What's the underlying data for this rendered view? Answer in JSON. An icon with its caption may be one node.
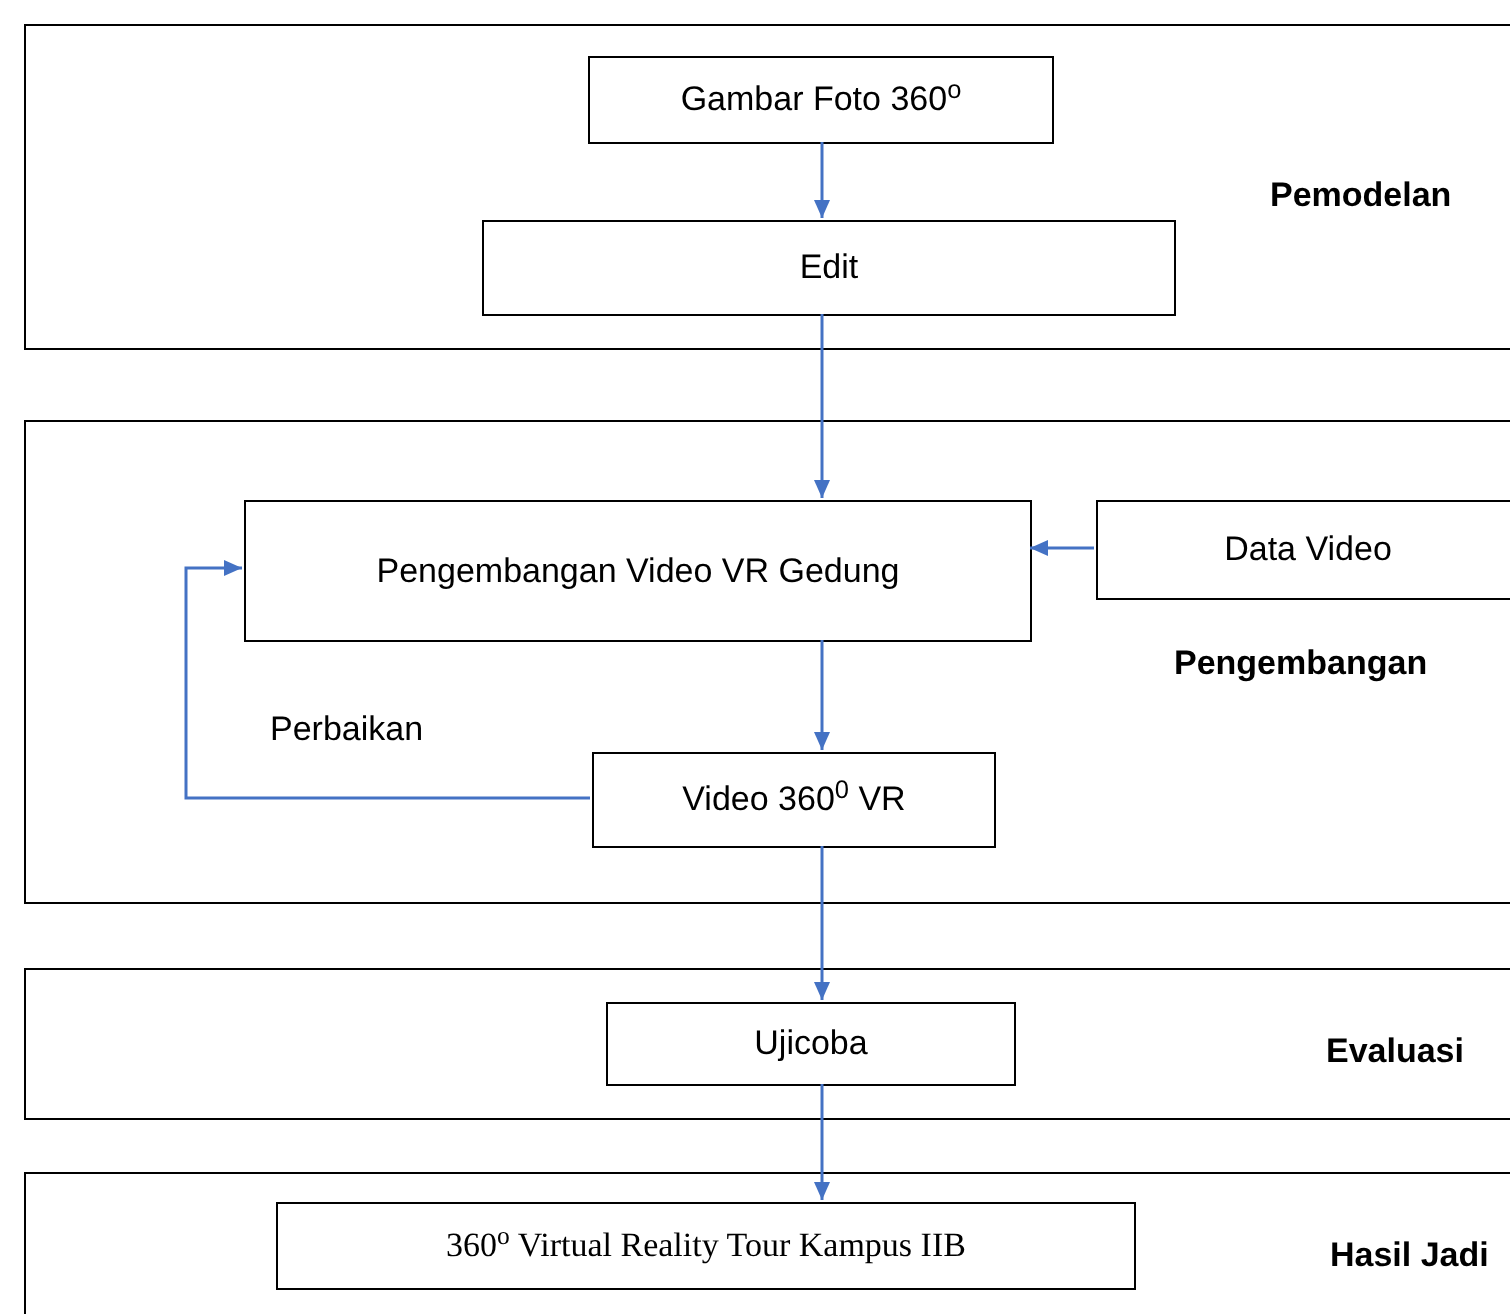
{
  "diagram": {
    "nodes": [
      {
        "text": [
          "Pemodelan"
        ]
      },
      {
        "text": [
          "Gambar Foto 360$^{o}$"
        ],
        "in": 0
      },
      {
        "text": [
          "Edit"
        ],
        "in": 0
      },
      {
        "text": [
          "Pengembangan"
        ]
      },
      {
        "text": [
          "Pengembangan Video VR Gedung"
        ],
        "in": 3
      },
      {
        "text": [
          "Data Video"
        ],
        "in": 3
      },
      {
        "text": [
          "Video 360$^{0}$ VR"
        ],
        "in": 3
      },
      {
        "text": [
          "Evaluasi"
        ]
      },
      {
        "text": [
          "Ujicoba"
        ],
        "in": 7
      },
      {
        "text": [
          "Hasil Jadi"
        ]
      },
      {
        "text": [
          "360$^{o}$ Virtual Reality Tour Kampus IIB"
        ],
        "in": 9
      }
    ],
    "edges": [
      {
        "from": 1,
        "to": 2,
        "arrow": "to"
      },
      {
        "from": 2,
        "to": 4,
        "arrow": "to"
      },
      {
        "from": 5,
        "to": 4,
        "arrow": "to"
      },
      {
        "from": 4,
        "to": 6,
        "arrow": "to"
      },
      {
        "from": 6,
        "to": 4,
        "arrow": "to",
        "label": "Perbaikan"
      },
      {
        "from": 6,
        "to": 8,
        "arrow": "to"
      },
      {
        "from": 8,
        "to": 10,
        "arrow": "to"
      }
    ]
  }
}
